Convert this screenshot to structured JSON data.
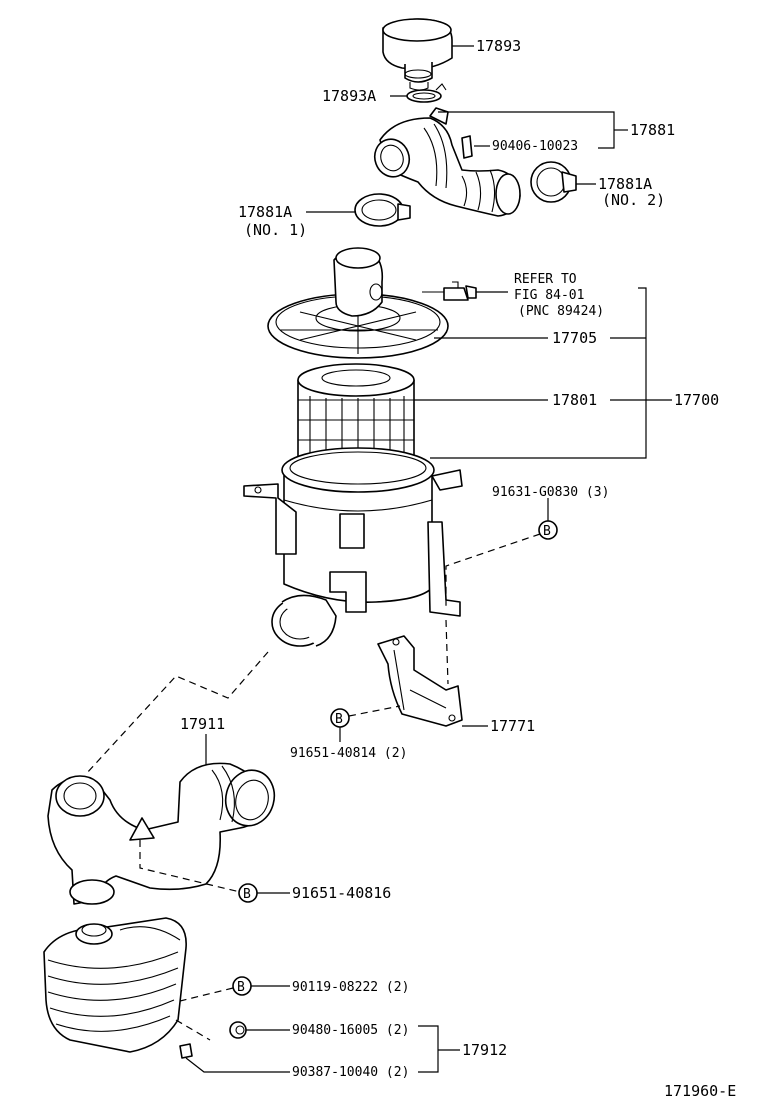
{
  "labels": {
    "p17893": "17893",
    "p17893a": "17893A",
    "p17881": "17881",
    "p90406": "90406-10023",
    "p17881a_1": "17881A",
    "p17881a_1_sub": "(NO. 1)",
    "p17881a_2": "17881A",
    "p17881a_2_sub": "(NO. 2)",
    "refer_1": "REFER TO",
    "refer_2": "FIG 84-01",
    "refer_3": "(PNC 89424)",
    "p17705": "17705",
    "p17801": "17801",
    "p17700": "17700",
    "p91631": "91631-G0830 (3)",
    "p17771": "17771",
    "p91651_40814": "91651-40814 (2)",
    "p17911": "17911",
    "p91651_40816": "91651-40816",
    "p90119": "90119-08222 (2)",
    "p90480": "90480-16005 (2)",
    "p90387": "90387-10040 (2)",
    "p17912": "17912",
    "bolt_marker": "B",
    "figure_id": "171960-E"
  }
}
